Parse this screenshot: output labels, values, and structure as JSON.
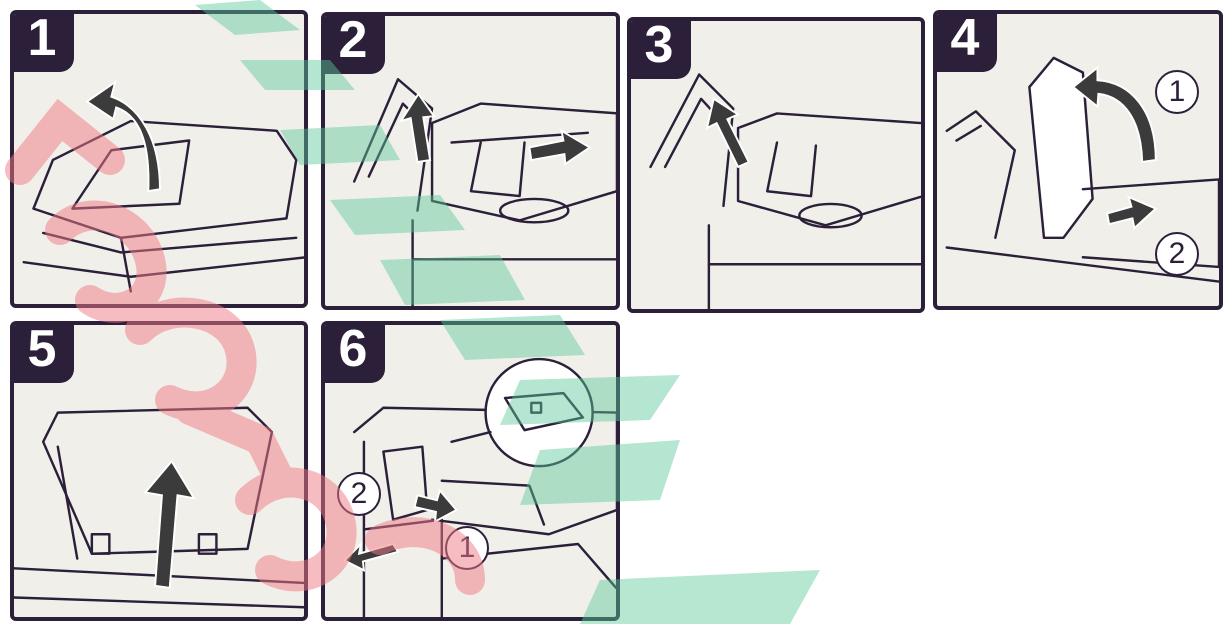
{
  "steps": [
    {
      "number": "1",
      "icon": "open-adf-cover-icon"
    },
    {
      "number": "2",
      "icon": "remove-paper-icon"
    },
    {
      "number": "3",
      "icon": "remove-paper-icon"
    },
    {
      "number": "4",
      "icon": "lift-feeder-icon"
    },
    {
      "number": "5",
      "icon": "raise-adf-icon"
    },
    {
      "number": "6",
      "icon": "turn-knob-icon"
    }
  ],
  "callouts": {
    "step4_first": "1",
    "step4_second": "2",
    "step6_first": "1",
    "step6_second": "2"
  },
  "colors": {
    "border": "#2b1f3a",
    "panel_bg": "#f1efe9",
    "arrow": "#3b3b3b",
    "watermark_red": "#f07a86",
    "watermark_green": "#5cc99a"
  }
}
